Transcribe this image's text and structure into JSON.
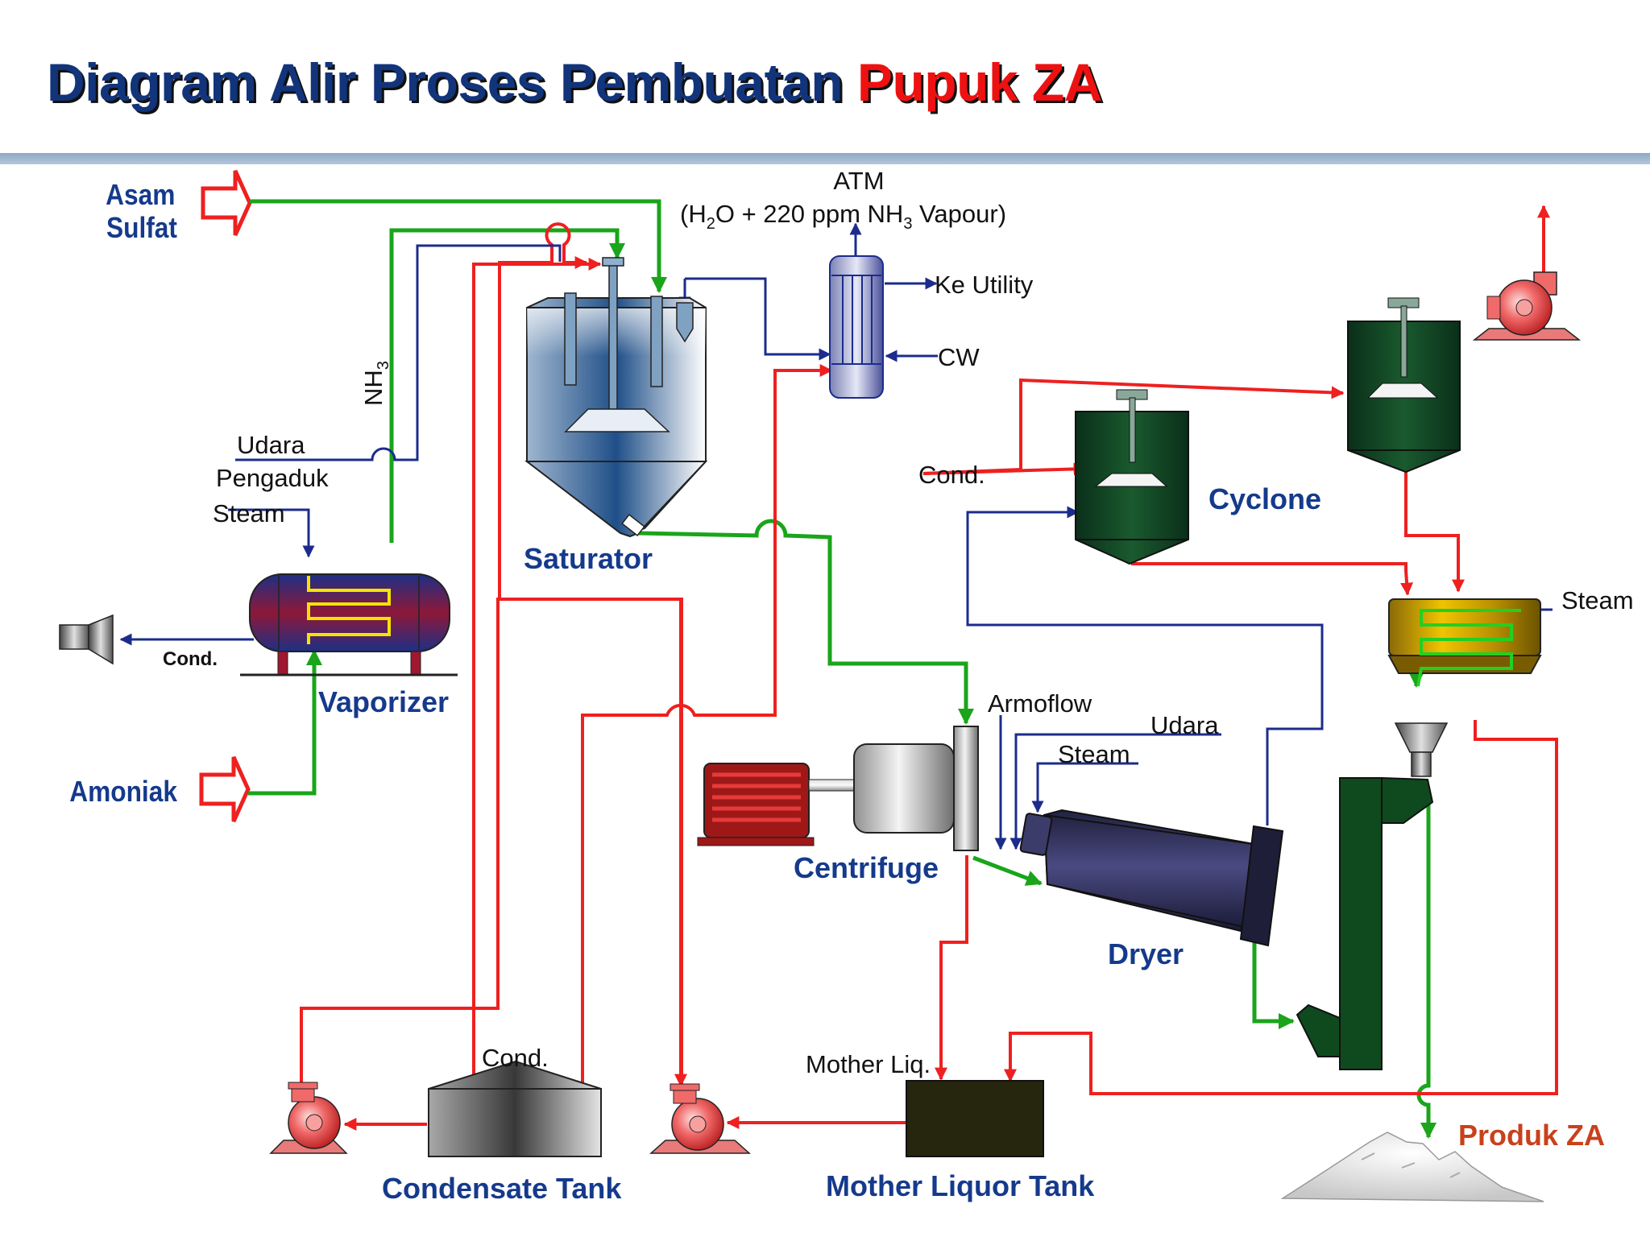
{
  "title": {
    "main": "Diagram Alir Proses Pembuatan",
    "highlight": "Pupuk ZA",
    "highlight_color": "#ee1111",
    "main_color": "#12347a"
  },
  "colors": {
    "green_line": "#1aa51a",
    "red_line": "#ee2020",
    "blue_line": "#1c2c8c",
    "equipment_label": "#153a8c",
    "product_label": "#c8411c"
  },
  "inlets": {
    "asam_line1": "Asam",
    "asam_line2": "Sulfat",
    "amoniak": "Amoniak"
  },
  "equipment": {
    "saturator": "Saturator",
    "vaporizer": "Vaporizer",
    "cyclone": "Cyclone",
    "centrifuge": "Centrifuge",
    "dryer": "Dryer",
    "condensate_tank": "Condensate Tank",
    "mother_liquor_tank": "Mother Liquor Tank"
  },
  "streams": {
    "atm": "ATM",
    "vent_open": "(H",
    "vent_sub1": "2",
    "vent_mid": "O + 220 ppm NH",
    "vent_sub2": "3",
    "vent_close": " Vapour)",
    "ke_utility": "Ke Utility",
    "cw": "CW",
    "nh3_main": "NH",
    "nh3_sub": "3",
    "udara_pengaduk_1": "Udara",
    "udara_pengaduk_2": "Pengaduk",
    "steam_vaporizer": "Steam",
    "cond_vaporizer": "Cond.",
    "cond_cyclone": "Cond.",
    "steam_heater": "Steam",
    "armoflow": "Armoflow",
    "udara_dryer": "Udara",
    "steam_dryer": "Steam",
    "cond_tank": "Cond.",
    "mother_liq": "Mother Liq."
  },
  "product": "Produk ZA"
}
